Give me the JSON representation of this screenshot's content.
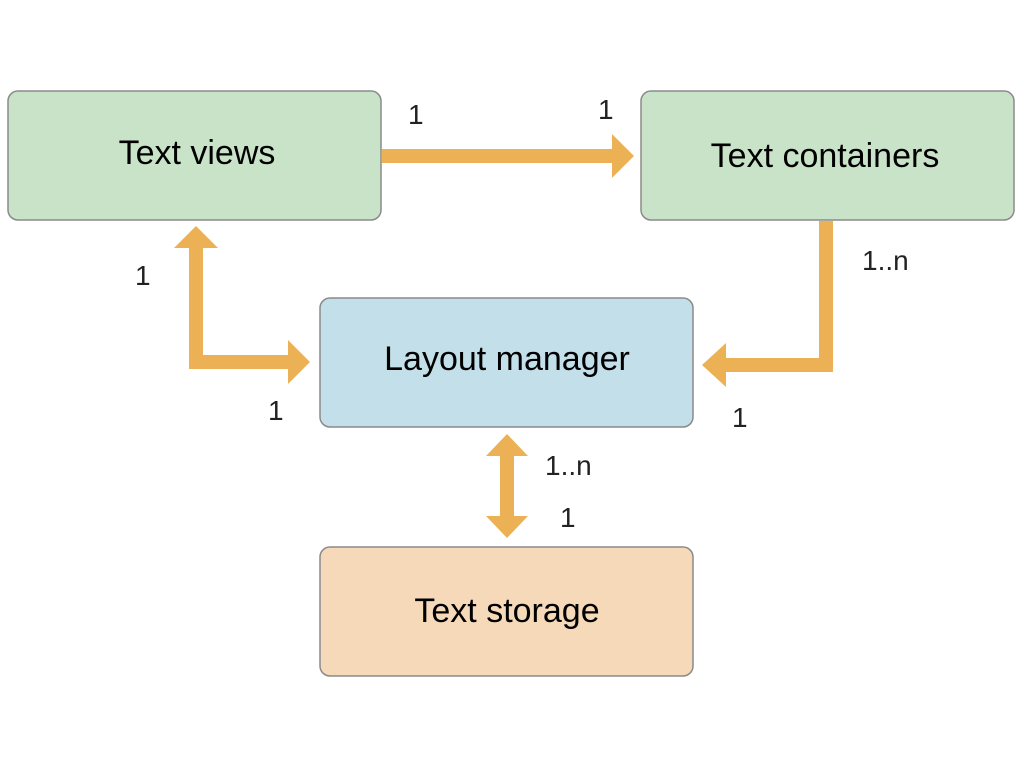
{
  "colors": {
    "green_box": "#c9e3c8",
    "blue_box": "#c3dfe9",
    "peach_box": "#f6d9b9",
    "arrow": "#edb155",
    "border": "#8a8a8a"
  },
  "nodes": {
    "text_views": {
      "label": "Text views"
    },
    "text_containers": {
      "label": "Text containers"
    },
    "layout_manager": {
      "label": "Layout manager"
    },
    "text_storage": {
      "label": "Text storage"
    }
  },
  "edges": {
    "views_to_containers": {
      "from_mult": "1",
      "to_mult": "1"
    },
    "containers_to_layout": {
      "from_mult": "1..n",
      "to_mult": "1"
    },
    "layout_to_views": {
      "from_mult": "1",
      "to_mult": "1"
    },
    "layout_to_storage": {
      "from_mult": "1..n",
      "to_mult": "1"
    }
  }
}
